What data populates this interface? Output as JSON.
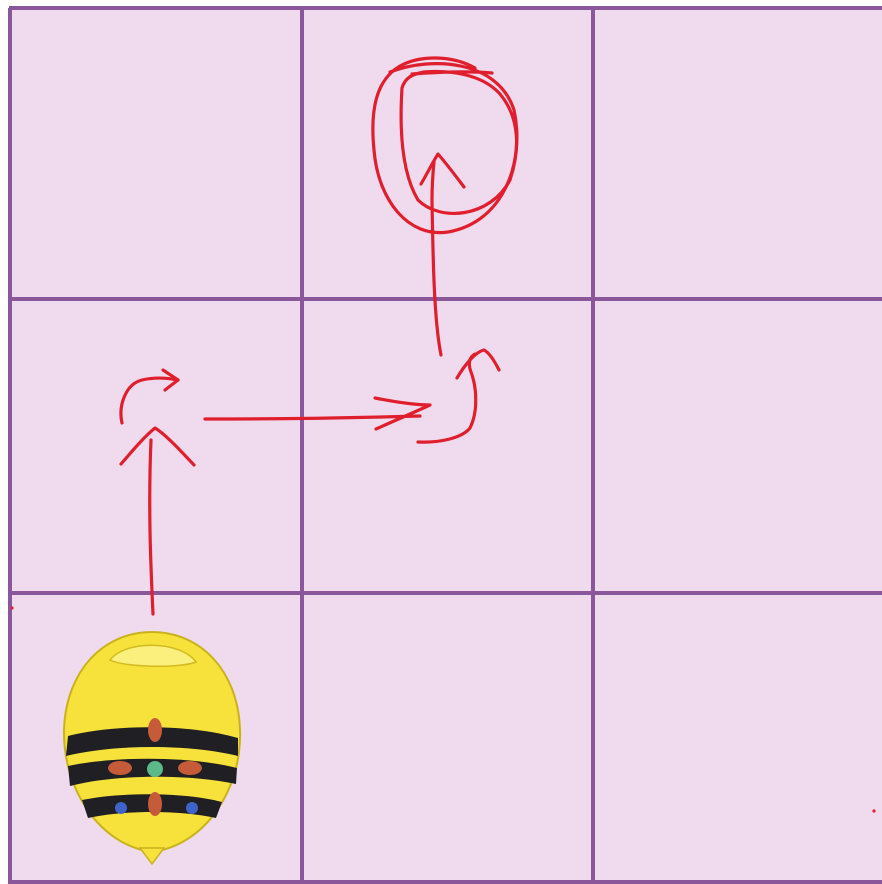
{
  "grid": {
    "rows": 3,
    "cols": 3,
    "cell_fill": "#efdbed",
    "line_color": "#8a579a"
  },
  "robot": {
    "name": "bee-bot",
    "cell": {
      "row": 3,
      "col": 1
    },
    "body_color": "#f6e23a",
    "stripe_color": "#1f1f24",
    "button_color": "#c65b3a",
    "go_button_color": "#5bb98a"
  },
  "path": {
    "ink_color": "#e01f2e",
    "moves": [
      "forward",
      "turn-right",
      "forward",
      "turn-left",
      "forward"
    ],
    "goal": {
      "row": 1,
      "col": 2
    }
  }
}
